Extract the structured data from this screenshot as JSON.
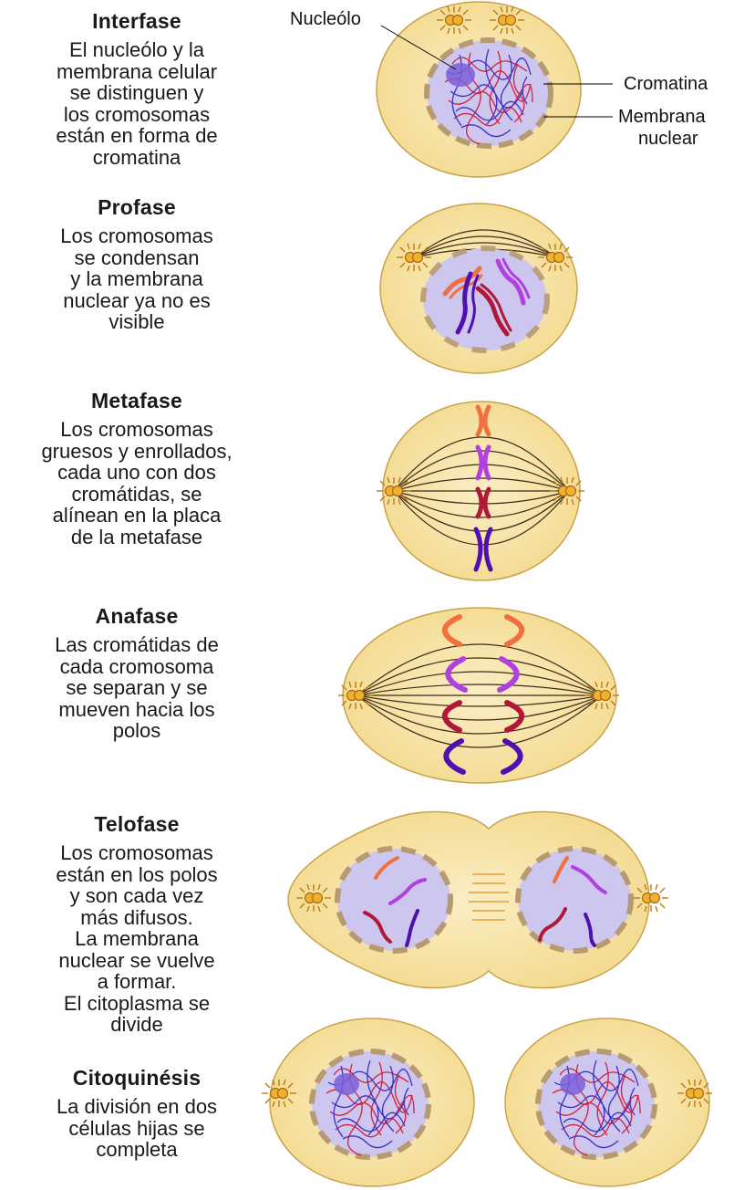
{
  "stages": [
    {
      "id": "interfase",
      "title": "Interfase",
      "description": "El nucleólo y la\nmembrana celular\nse distinguen y\nlos cromosomas\nestán en forma de\ncromatina"
    },
    {
      "id": "profase",
      "title": "Profase",
      "description": "Los cromosomas\nse condensan\ny la membrana\nnuclear ya no es\nvisible"
    },
    {
      "id": "metafase",
      "title": "Metafase",
      "description": "Los cromosomas\ngruesos y enrollados,\ncada uno con dos\ncromátidas, se\nalínean en la placa\nde la metafase"
    },
    {
      "id": "anafase",
      "title": "Anafase",
      "description": "Las cromátidas de\ncada cromosoma\nse separan y se\nmueven hacia los\npolos"
    },
    {
      "id": "telofase",
      "title": "Telofase",
      "description": "Los cromosomas\nestán en los polos\ny son cada vez\nmás difusos.\nLa membrana\nnuclear se vuelve\na formar.\nEl citoplasma se\ndivide"
    },
    {
      "id": "citoquinesis",
      "title": "Citoquinésis",
      "description": "La división en dos\ncélulas hijas se\ncompleta"
    }
  ],
  "labels": {
    "nucleolo": "Nucleólo",
    "cromatina": "Cromatina",
    "membrana_line1": "Membrana",
    "membrana_line2": "nuclear"
  },
  "colors": {
    "cell_fill": "#f8e3a6",
    "cell_stroke": "#c9a24a",
    "nucleus_fill": "#cdc6ee",
    "membrane_dash": "#b89a72",
    "centriole": "#e8a020",
    "spindle": "#3b2a1a",
    "chromosome_orange": "#f07040",
    "chromosome_violet": "#b040e0",
    "chromosome_red": "#b01838",
    "chromosome_indigo": "#5010b0"
  }
}
